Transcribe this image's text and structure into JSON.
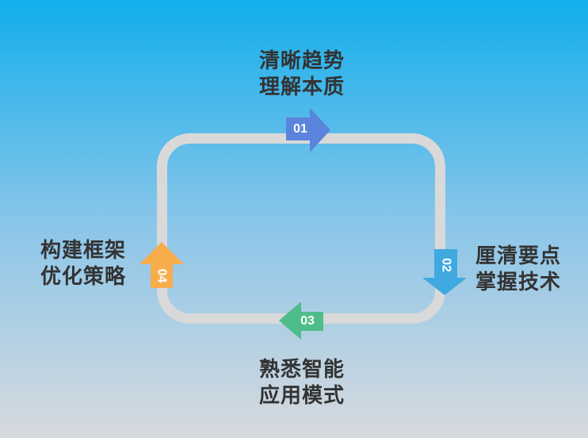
{
  "colors": {
    "background_top": "#12aeec",
    "background_mid": "#8cc6e9",
    "background_bottom": "#d7dade",
    "track": "#d9d9d9",
    "label_text": "#333333",
    "step_number_text": "#ffffff"
  },
  "diagram": {
    "type": "cycle",
    "step_count": 4
  },
  "steps": [
    {
      "number": "01",
      "label": [
        "清晰趋势",
        "理解本质"
      ],
      "arrow_color": "#5b84dc",
      "arrow_direction": "right",
      "position": "top"
    },
    {
      "number": "02",
      "label": [
        "厘清要点",
        "掌握技术"
      ],
      "arrow_color": "#3fa9e0",
      "arrow_direction": "down",
      "position": "right"
    },
    {
      "number": "03",
      "label": [
        "熟悉智能",
        "应用模式"
      ],
      "arrow_color": "#4fbd8a",
      "arrow_direction": "left",
      "position": "bottom"
    },
    {
      "number": "04",
      "label": [
        "构建框架",
        "优化策略"
      ],
      "arrow_color": "#f7ad4b",
      "arrow_direction": "up",
      "position": "left"
    }
  ]
}
